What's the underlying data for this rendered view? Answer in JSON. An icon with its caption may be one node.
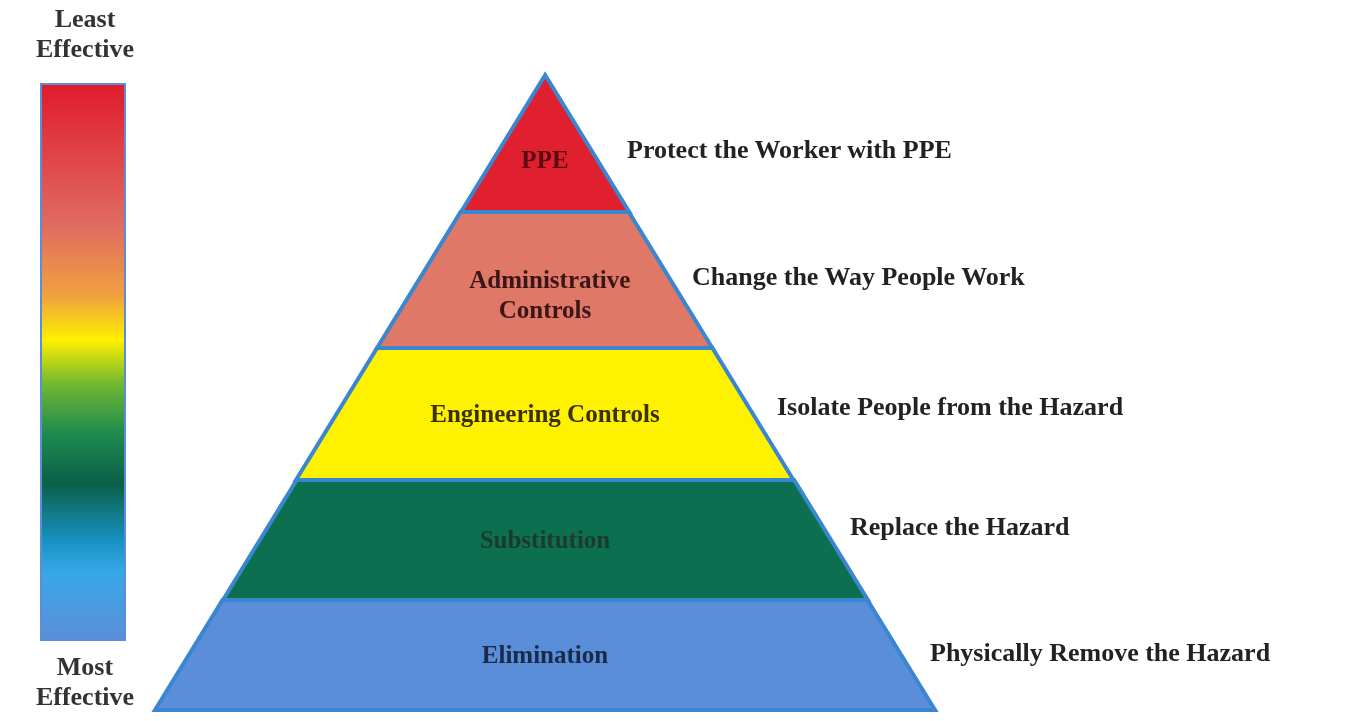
{
  "diagram": {
    "nodes": [
      {
        "text": [
          "Least Effective",
          "Most Effective"
        ]
      },
      {
        "text": [
          "PPE"
        ],
        "beside": [
          "Protect the Worker with PPE"
        ]
      },
      {
        "text": [
          "Administrative Controls"
        ],
        "beside": [
          "Change the Way People Work"
        ]
      },
      {
        "text": [
          "Engineering Controls"
        ],
        "beside": [
          "Isolate People from the Hazard"
        ]
      },
      {
        "text": [
          "Substitution"
        ],
        "beside": [
          "Replace the Hazard"
        ]
      },
      {
        "text": [
          "Elimination"
        ],
        "beside": [
          "Physically Remove the Hazard"
        ]
      }
    ]
  }
}
